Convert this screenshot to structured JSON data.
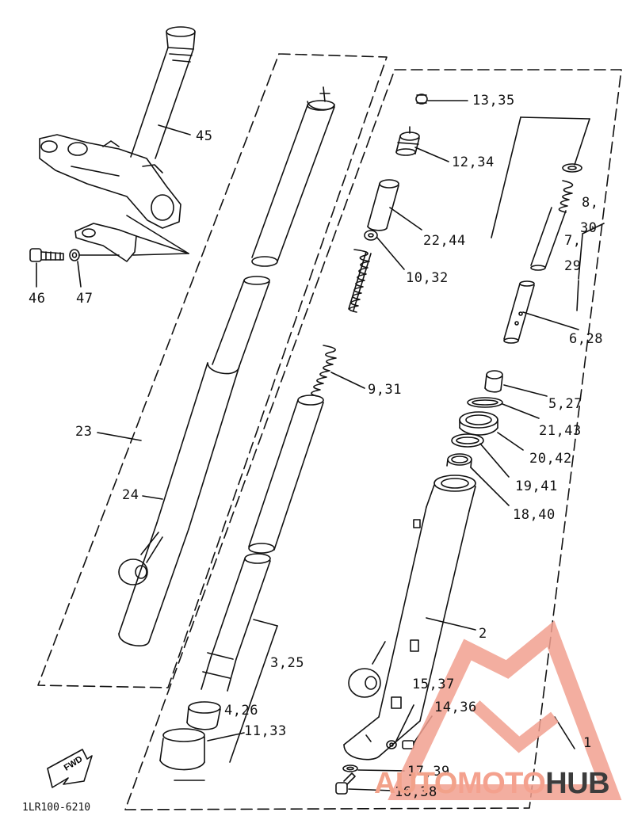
{
  "diagram": {
    "drawing_code": "1LR100-6210",
    "fwd_label": "FWD",
    "callouts": {
      "c45": "45",
      "c46": "46",
      "c47": "47",
      "c23": "23",
      "c24": "24",
      "c13_35": "13,35",
      "c12_34": "12,34",
      "c22_44": "22,44",
      "c10_32": "10,32",
      "c9_31": "9,31",
      "c3_25": "3,25",
      "c4_26": "4,26",
      "c11_33": "11,33",
      "c8": "8,",
      "c30": "30",
      "c7": "7,",
      "c29": "29",
      "c6_28": "6,28",
      "c5_27": "5,27",
      "c21_43": "21,43",
      "c20_42": "20,42",
      "c19_41": "19,41",
      "c18_40": "18,40",
      "c2": "2",
      "c15_37": "15,37",
      "c14_36": "14,36",
      "c1": "1",
      "c17_39": "17,39",
      "c16_38": "16,38"
    }
  },
  "watermark": {
    "part1": "AUTO",
    "part2": "MOTO",
    "part3": "HUB",
    "color_outer": "#f4a090",
    "color_text_dark": "#3c3c3c"
  }
}
